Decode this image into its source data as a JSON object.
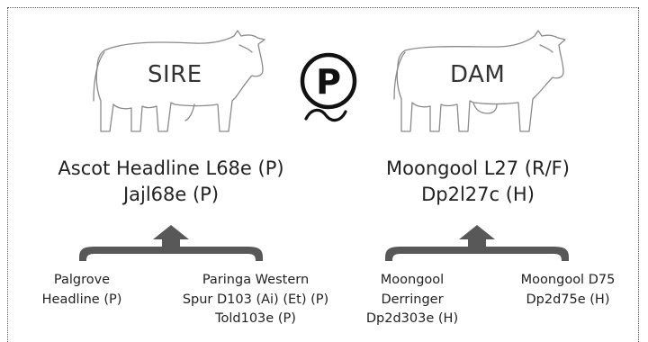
{
  "sire": {
    "label": "SIRE",
    "name": "Ascot Headline L68e (P)",
    "ident": "Jajl68e (P)",
    "sire": {
      "line1": "Palgrove",
      "line2": "Headline (P)"
    },
    "dam": {
      "line1": "Paringa Western",
      "line2": "Spur D103 (Ai) (Et) (P)",
      "line3": "Told103e (P)"
    }
  },
  "dam": {
    "label": "DAM",
    "name": "Moongool L27 (R/F)",
    "ident": "Dp2l27c (H)",
    "sire": {
      "line1": "Moongool",
      "line2": "Derringer",
      "line3": "Dp2d303e (H)"
    },
    "dam": {
      "line1": "Moongool D75",
      "line2": "Dp2d75e (H)"
    }
  },
  "logo": {
    "icon": "polled-p-icon",
    "letter": "P"
  },
  "colors": {
    "bracket": "#585858",
    "outline": "#8a8a8a",
    "frame": "#555555"
  }
}
